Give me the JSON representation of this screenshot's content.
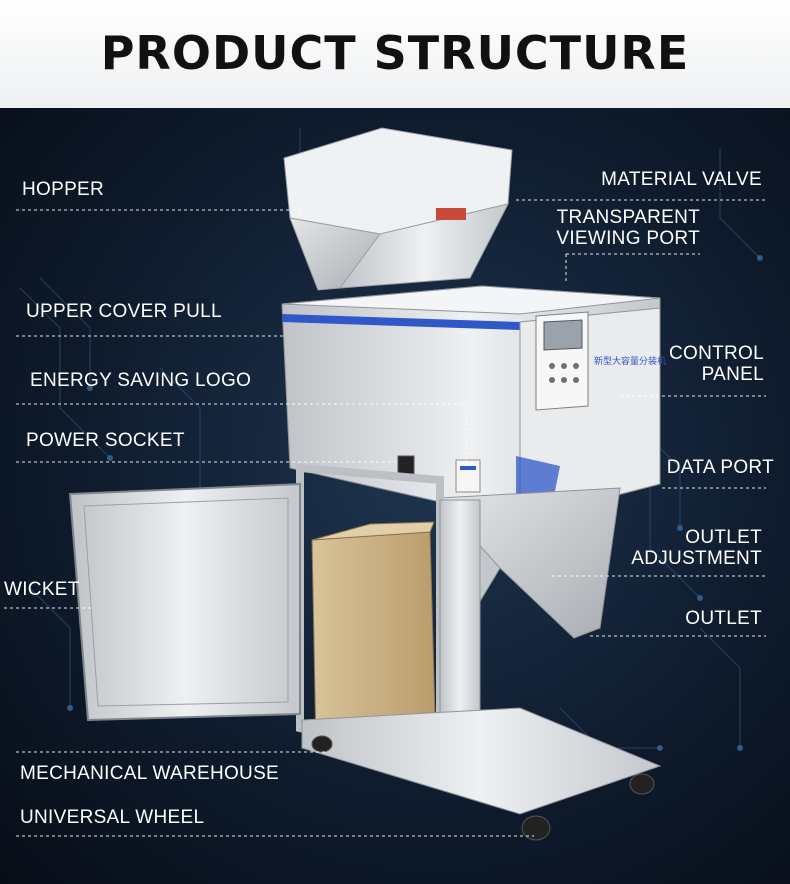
{
  "header": {
    "title": "PRODUCT STRUCTURE"
  },
  "labels": {
    "hopper": "HOPPER",
    "material_valve": "MATERIAL VALVE",
    "transparent_viewing_port_line1": "TRANSPARENT",
    "transparent_viewing_port_line2": "VIEWING PORT",
    "upper_cover_pull": "UPPER COVER PULL",
    "control_panel_line1": "CONTROL",
    "control_panel_line2": "PANEL",
    "energy_saving_logo": "ENERGY SAVING LOGO",
    "power_socket": "POWER SOCKET",
    "data_port": "DATA PORT",
    "outlet_adjustment_line1": "OUTLET",
    "outlet_adjustment_line2": "ADJUSTMENT",
    "wicket": "WICKET",
    "outlet": "OUTLET",
    "mechanical_warehouse": "MECHANICAL WAREHOUSE",
    "universal_wheel": "UNIVERSAL WHEEL"
  },
  "machine": {
    "side_text": "新型大容量分装机"
  },
  "colors": {
    "accent_blue": "#2f57c8",
    "steel": "#d9dcdf",
    "box": "#cdb48a",
    "line": "#ffffff"
  }
}
